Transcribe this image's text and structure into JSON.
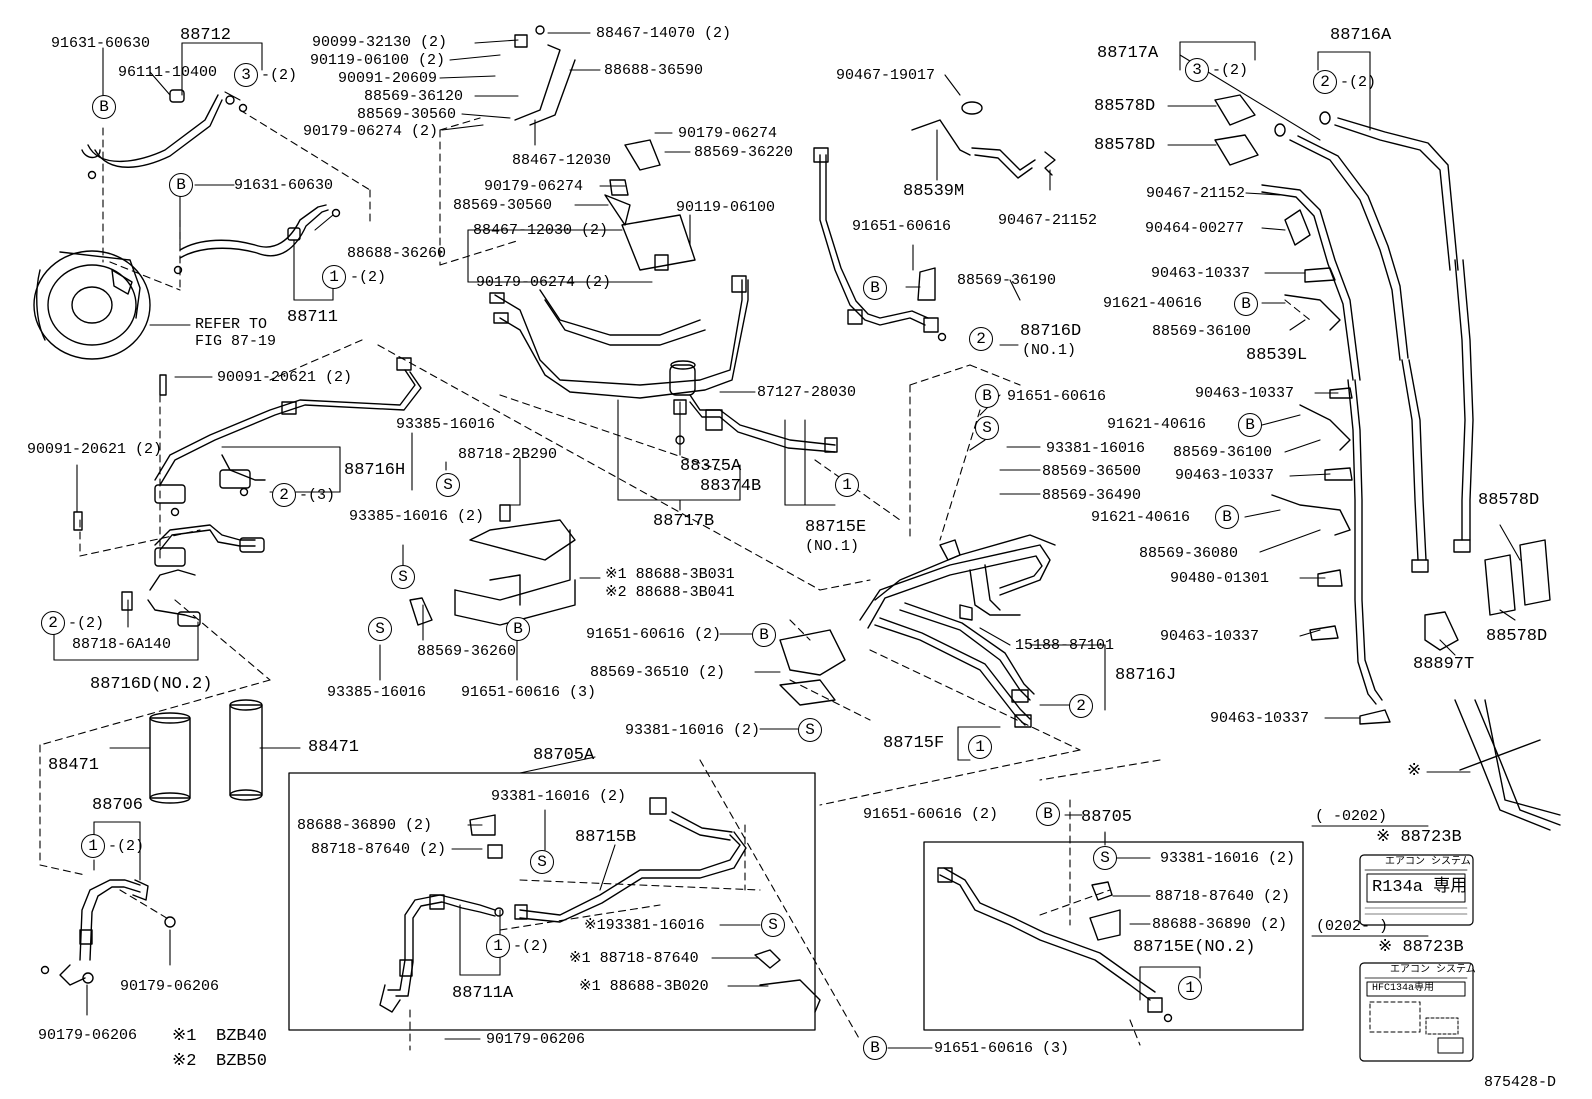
{
  "diagram_id": "875428-D",
  "legend": {
    "note1_mark": "※1",
    "note1_text": "BZB40",
    "note2_mark": "※2",
    "note2_text": "BZB50"
  },
  "callouts": {
    "B": "B",
    "S": "S",
    "c1": "1",
    "c2": "2",
    "c3": "3"
  },
  "labels": {
    "l001": "91631-60630",
    "l002": "88712",
    "l003": "96111-10400",
    "l004": "-(2)",
    "l005": "90099-32130 (2)",
    "l006": "90119-06100 (2)",
    "l007": "90091-20609",
    "l008": "88569-36120",
    "l009": "88569-30560",
    "l010": "90179-06274 (2)",
    "l011": "88467-14070 (2)",
    "l012": "88688-36590",
    "l013": "88467-12030",
    "l014": "90179-06274",
    "l015": "88569-36220",
    "l016": "90179-06274",
    "l017": "88569-30560",
    "l018": "90119-06100",
    "l019": "88688-36260",
    "l020": "88467-12030 (2)",
    "l021": "90179-06274 (2)",
    "l022": "91631-60630",
    "l023": "-(2)",
    "l024": "88711",
    "l025": "REFER TO",
    "l026": "FIG 87-19",
    "l027": "90091-20621 (2)",
    "l028": "90091-20621 (2)",
    "l029": "88716H",
    "l030": "-(3)",
    "l031": "-(2)",
    "l032": "88718-6A140",
    "l033": "88716D(NO.2)",
    "l034": "93385-16016",
    "l035": "88718-2B290",
    "l036": "93385-16016 (2)",
    "l037": "※1 88688-3B031",
    "l038": "※2 88688-3B041",
    "l039": "88569-36260",
    "l040": "93385-16016",
    "l041": "91651-60616 (3)",
    "l042": "88375A",
    "l043": "88374B",
    "l044": "88717B",
    "l045": "87127-28030",
    "l046": "88715E",
    "l047": "(NO.1)",
    "l048": "90467-19017",
    "l049": "88539M",
    "l050": "90467-21152",
    "l051": "91651-60616",
    "l052": "88569-36190",
    "l053": "88716D",
    "l054": "(NO.1)",
    "l055": "91651-60616",
    "l056": "93381-16016",
    "l057": "88569-36500",
    "l058": "88569-36490",
    "l059": "15188-87101",
    "l060": "88716J",
    "l061": "88715F",
    "l062": "91651-60616 (2)",
    "l063": "88569-36510 (2)",
    "l064": "93381-16016 (2)",
    "l065": "88717A",
    "l066": "-(2)",
    "l067": "88716A",
    "l068": "-(2)",
    "l069": "88578D",
    "l070": "88578D",
    "l071": "90467-21152",
    "l072": "90464-00277",
    "l073": "90463-10337",
    "l074": "91621-40616",
    "l075": "88569-36100",
    "l076": "88539L",
    "l077": "90463-10337",
    "l078": "91621-40616",
    "l079": "88569-36100",
    "l080": "90463-10337",
    "l081": "91621-40616",
    "l082": "88569-36080",
    "l083": "90480-01301",
    "l084": "90463-10337",
    "l085": "90463-10337",
    "l086": "88578D",
    "l087": "88578D",
    "l088": "88897T",
    "l089": "88471",
    "l090": "88471",
    "l091": "88706",
    "l092": "-(2)",
    "l093": "90179-06206",
    "l094": "90179-06206",
    "l095": "88705A",
    "l096": "93381-16016 (2)",
    "l097": "88688-36890 (2)",
    "l098": "88718-87640 (2)",
    "l099": "88715B",
    "l100": "※193381-16016",
    "l101": "※1 88718-87640",
    "l102": "※1 88688-3B020",
    "l103": "-(2)",
    "l104": "88711A",
    "l105": "90179-06206",
    "l106": "91651-60616 (2)",
    "l107": "88705",
    "l108": "93381-16016 (2)",
    "l109": "88718-87640 (2)",
    "l110": "88688-36890 (2)",
    "l111": "88715E(NO.2)",
    "l112": "91651-60616 (3)",
    "l113": "※",
    "l114": "(     -0202)",
    "l115": "※ 88723B",
    "l116": "(0202-     )",
    "l117": "※ 88723B"
  },
  "decals": {
    "decal1_header": "エアコン システム",
    "decal1_main": "R134a  専用",
    "decal2_header": "エアコン システム",
    "decal2_main": "HFC134a専用"
  }
}
